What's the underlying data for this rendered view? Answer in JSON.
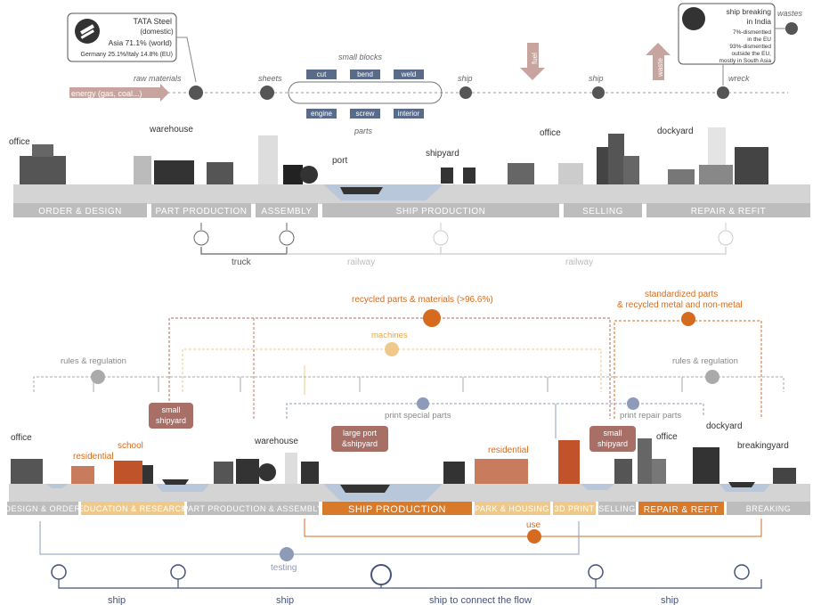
{
  "colors": {
    "ground": "#bdbdbd",
    "bar_gray": "#b9b9b9",
    "water": "#b8c8da",
    "brown": "#a86f66",
    "orange": "#d56b1f",
    "light_orange": "#efc98a",
    "navy": "#46537a",
    "dark": "#333333",
    "gray_text": "#777777"
  },
  "top": {
    "tata": {
      "title": "TATA Steel",
      "sub": "(domestic)",
      "asia": "Asia 71.1% (world)",
      "eu": "Germany 25.1%/Italy 14.8% (EU)"
    },
    "raw_materials": "raw materials",
    "energy": "energy (gas, coal...)",
    "sheets": "sheets",
    "small_blocks": "small blocks",
    "blocks": [
      "cut",
      "bend",
      "weld"
    ],
    "parts_items": [
      "engine",
      "screw",
      "interior"
    ],
    "parts": "parts",
    "ship1": "ship",
    "ship2": "ship",
    "fuel": "fuel",
    "waste": "waste",
    "wreck": "wreck",
    "wastes": "wastes",
    "breaking": {
      "title": "ship breaking",
      "title2": "in India",
      "eu": "7%-dismentled",
      "eu2": "in the EU",
      "outside": "93%-dismentled",
      "outside2": "outside the EU,",
      "outside3": "mostly in South Asia"
    },
    "labels": {
      "office": "office",
      "warehouse": "warehouse",
      "port": "port",
      "shipyard": "shipyard",
      "office2": "office",
      "dockyard": "dockyard"
    },
    "stages": [
      "ORDER & DESIGN",
      "PART PRODUCTION",
      "ASSEMBLY",
      "SHIP PRODUCTION",
      "SELLING",
      "REPAIR & REFIT"
    ],
    "transport": {
      "truck": "truck",
      "railway1": "railway",
      "railway2": "railway"
    }
  },
  "bottom": {
    "recycled": "recycled parts & materials (>96.6%)",
    "standardized": "standardized parts",
    "standardized2": "& recycled metal and non-metal",
    "machines": "machines",
    "rules1": "rules & regulation",
    "rules2": "rules & regulation",
    "print_special": "print special parts",
    "print_repair": "print repair parts",
    "small_shipyard1": "small shipyard",
    "small_shipyard2": "small shipyard",
    "large_port": "large port &shipyard",
    "labels": {
      "office": "office",
      "residential": "residential",
      "school": "school",
      "warehouse": "warehouse",
      "residential2": "residential",
      "office2": "office",
      "dockyard": "dockyard",
      "breakingyard": "breakingyard"
    },
    "stages": [
      "DESIGN & ORDER",
      "EDUCATION & RESEARCH",
      "PART PRODUCTION & ASSEMBLY",
      "SHIP PRODUCTION",
      "PARK & HOUSING",
      "3D PRINT",
      "SELLING",
      "REPAIR & REFIT",
      "BREAKING"
    ],
    "use": "use",
    "testing": "testing",
    "ship_labels": [
      "ship",
      "ship",
      "ship to connect the flow",
      "ship"
    ]
  }
}
